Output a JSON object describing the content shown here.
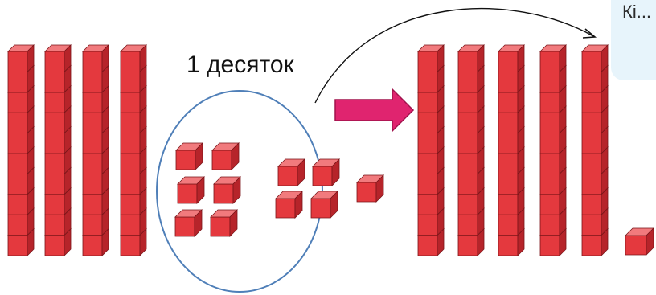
{
  "colors": {
    "cube_front": "#e4393e",
    "cube_top": "#f17a7d",
    "cube_side": "#b6242a",
    "cube_edge": "#7a1519",
    "circle": "#4f7fb8",
    "arrow_fill": "#e0246f",
    "arrow_edge": "#a0124c",
    "bubble": "#e7f4fb",
    "curve": "#111111"
  },
  "annotations": {
    "group_label": "1 десяток",
    "bubble_text": "Кі..."
  },
  "left_side": {
    "rods": 4,
    "cubes_per_rod": 10,
    "circled_single_cubes": 10,
    "outside_single_cubes": 1
  },
  "right_side": {
    "rods": 5,
    "cubes_per_rod": 10,
    "single_cubes": 1
  },
  "icons": {
    "transfer_arrow": "right-arrow-icon",
    "curved_arrow": "curved-arrow-icon"
  }
}
